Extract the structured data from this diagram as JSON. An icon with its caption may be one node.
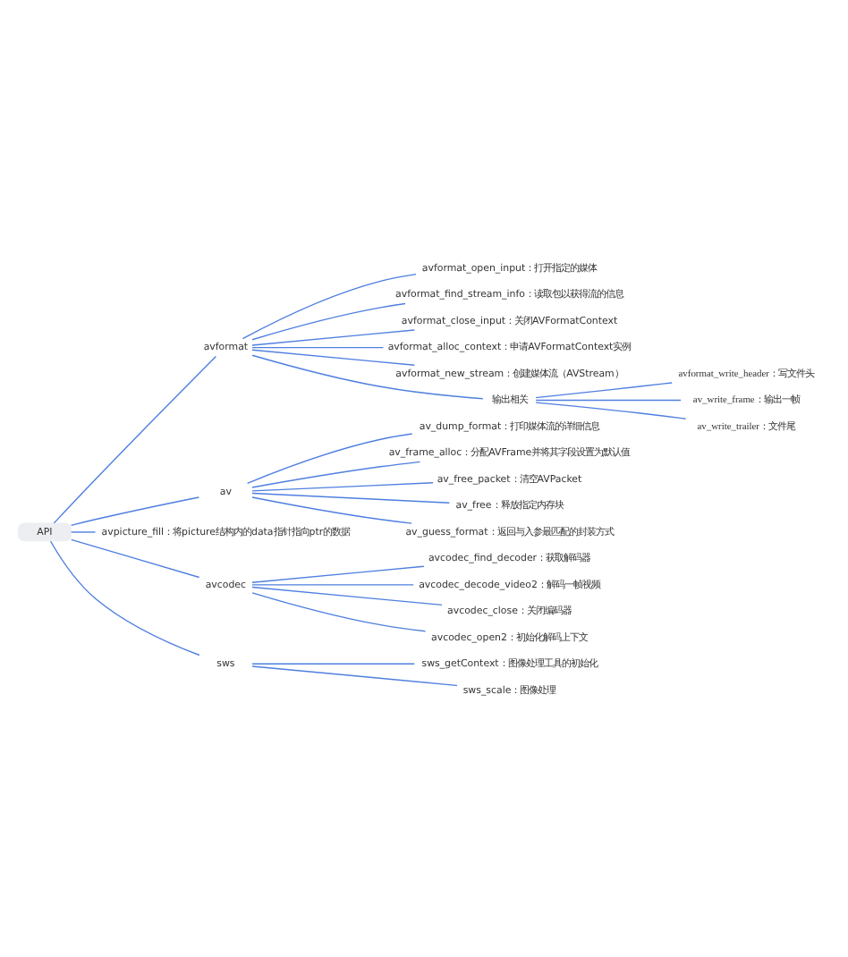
{
  "diagram": {
    "nodes": [
      {
        "text": [
          "API"
        ]
      },
      {
        "text": [
          "avformat"
        ]
      },
      {
        "text": [
          "avformat_open_input：打开指定的媒体"
        ]
      },
      {
        "text": [
          "avformat_find_stream_info：读取包以获得流的信息"
        ]
      },
      {
        "text": [
          "avformat_close_input：关闭AVFormatContext"
        ]
      },
      {
        "text": [
          "avformat_alloc_context：申请AVFormatContext实例"
        ]
      },
      {
        "text": [
          "avformat_new_stream：创建媒体流（AVStream）"
        ]
      },
      {
        "text": [
          "输出相关"
        ]
      },
      {
        "text": [
          "avformat_write_header：写文件头"
        ]
      },
      {
        "text": [
          "av_write_frame：输出一帧"
        ]
      },
      {
        "text": [
          "av_write_trailer：文件尾"
        ]
      },
      {
        "text": [
          "av"
        ]
      },
      {
        "text": [
          "av_dump_format：打印媒体流的详细信息"
        ]
      },
      {
        "text": [
          "av_frame_alloc：分配AVFrame并将其字段设置为默认值"
        ]
      },
      {
        "text": [
          "av_free_packet：清空AVPacket"
        ]
      },
      {
        "text": [
          "av_free：释放指定内存块"
        ]
      },
      {
        "text": [
          "av_guess_format：返回与入参最匹配的封装方式"
        ]
      },
      {
        "text": [
          "avpicture_fill：将picture结构内的data指针指向ptr的数据"
        ]
      },
      {
        "text": [
          "avcodec"
        ]
      },
      {
        "text": [
          "avcodec_find_decoder：获取解码器"
        ]
      },
      {
        "text": [
          "avcodec_decode_video2：解码一帧视频"
        ]
      },
      {
        "text": [
          "avcodec_close：关闭编码器"
        ]
      },
      {
        "text": [
          "avcodec_open2：初始化解码上下文"
        ]
      },
      {
        "text": [
          "sws"
        ]
      },
      {
        "text": [
          "sws_getContext：图像处理工具的初始化"
        ]
      },
      {
        "text": [
          "sws_scale：图像处理"
        ]
      }
    ],
    "edges": [
      {
        "from": 0,
        "to": 1,
        "arrow": "none"
      },
      {
        "from": 1,
        "to": 2,
        "arrow": "none"
      },
      {
        "from": 1,
        "to": 3,
        "arrow": "none"
      },
      {
        "from": 1,
        "to": 4,
        "arrow": "none"
      },
      {
        "from": 1,
        "to": 5,
        "arrow": "none"
      },
      {
        "from": 1,
        "to": 6,
        "arrow": "none"
      },
      {
        "from": 1,
        "to": 7,
        "arrow": "none"
      },
      {
        "from": 7,
        "to": 8,
        "arrow": "none"
      },
      {
        "from": 7,
        "to": 9,
        "arrow": "none"
      },
      {
        "from": 7,
        "to": 10,
        "arrow": "none"
      },
      {
        "from": 0,
        "to": 11,
        "arrow": "none"
      },
      {
        "from": 11,
        "to": 12,
        "arrow": "none"
      },
      {
        "from": 11,
        "to": 13,
        "arrow": "none"
      },
      {
        "from": 11,
        "to": 14,
        "arrow": "none"
      },
      {
        "from": 11,
        "to": 15,
        "arrow": "none"
      },
      {
        "from": 11,
        "to": 16,
        "arrow": "none"
      },
      {
        "from": 0,
        "to": 17,
        "arrow": "none"
      },
      {
        "from": 0,
        "to": 18,
        "arrow": "none"
      },
      {
        "from": 18,
        "to": 19,
        "arrow": "none"
      },
      {
        "from": 18,
        "to": 20,
        "arrow": "none"
      },
      {
        "from": 18,
        "to": 21,
        "arrow": "none"
      },
      {
        "from": 18,
        "to": 22,
        "arrow": "none"
      },
      {
        "from": 0,
        "to": 23,
        "arrow": "none"
      },
      {
        "from": 23,
        "to": 24,
        "arrow": "none"
      },
      {
        "from": 23,
        "to": 25,
        "arrow": "none"
      }
    ]
  }
}
